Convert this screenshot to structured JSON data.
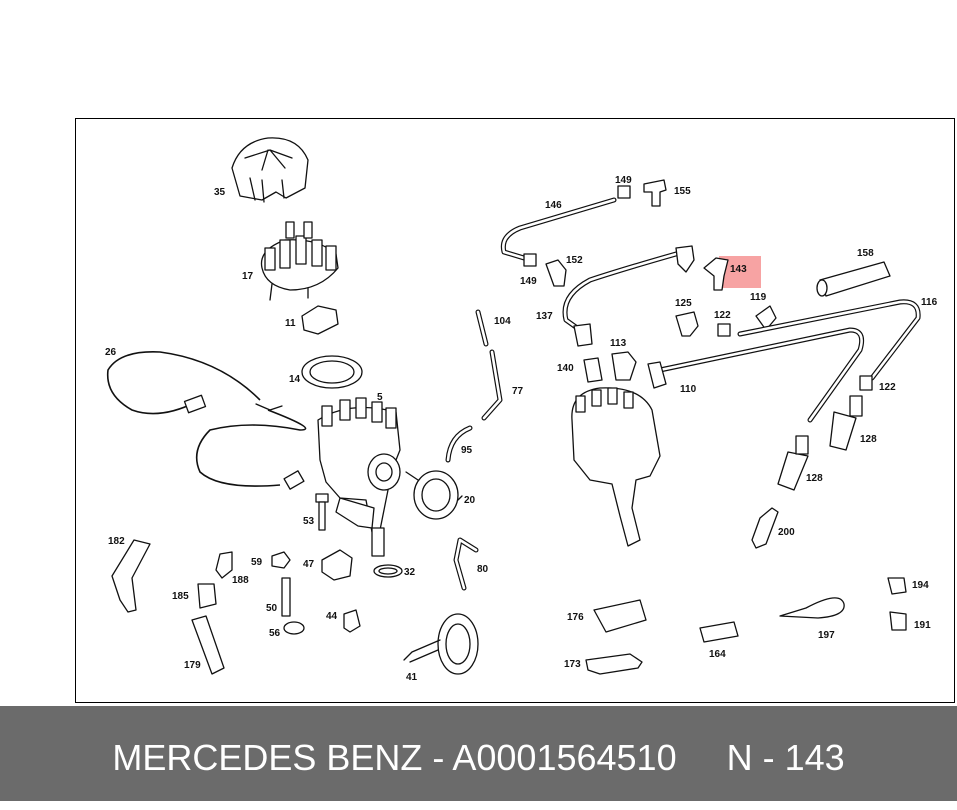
{
  "diagram": {
    "highlight_color": "#f7a3a3",
    "highlighted_part": "143",
    "labels": {
      "p35": "35",
      "p17": "17",
      "p11": "11",
      "p14": "14",
      "p26": "26",
      "p5": "5",
      "p53": "53",
      "p20": "20",
      "p95": "95",
      "p77": "77",
      "p104": "104",
      "p146": "146",
      "p149a": "149",
      "p155": "155",
      "p149b": "149",
      "p152": "152",
      "p143": "143",
      "p158": "158",
      "p119": "119",
      "p116": "116",
      "p125": "125",
      "p122a": "122",
      "p137": "137",
      "p113": "113",
      "p140": "140",
      "p110": "110",
      "p122b": "122",
      "p128a": "128",
      "p128b": "128",
      "p200": "200",
      "p182": "182",
      "p59": "59",
      "p188": "188",
      "p47": "47",
      "p32": "32",
      "p80": "80",
      "p185": "185",
      "p50": "50",
      "p56": "56",
      "p44": "44",
      "p179": "179",
      "p41": "41",
      "p176": "176",
      "p173": "173",
      "p164": "164",
      "p197": "197",
      "p194": "194",
      "p191": "191"
    }
  },
  "footer": {
    "background": "#6b6b6b",
    "caption": "MERCEDES BENZ - A0001564510     N - 143"
  }
}
